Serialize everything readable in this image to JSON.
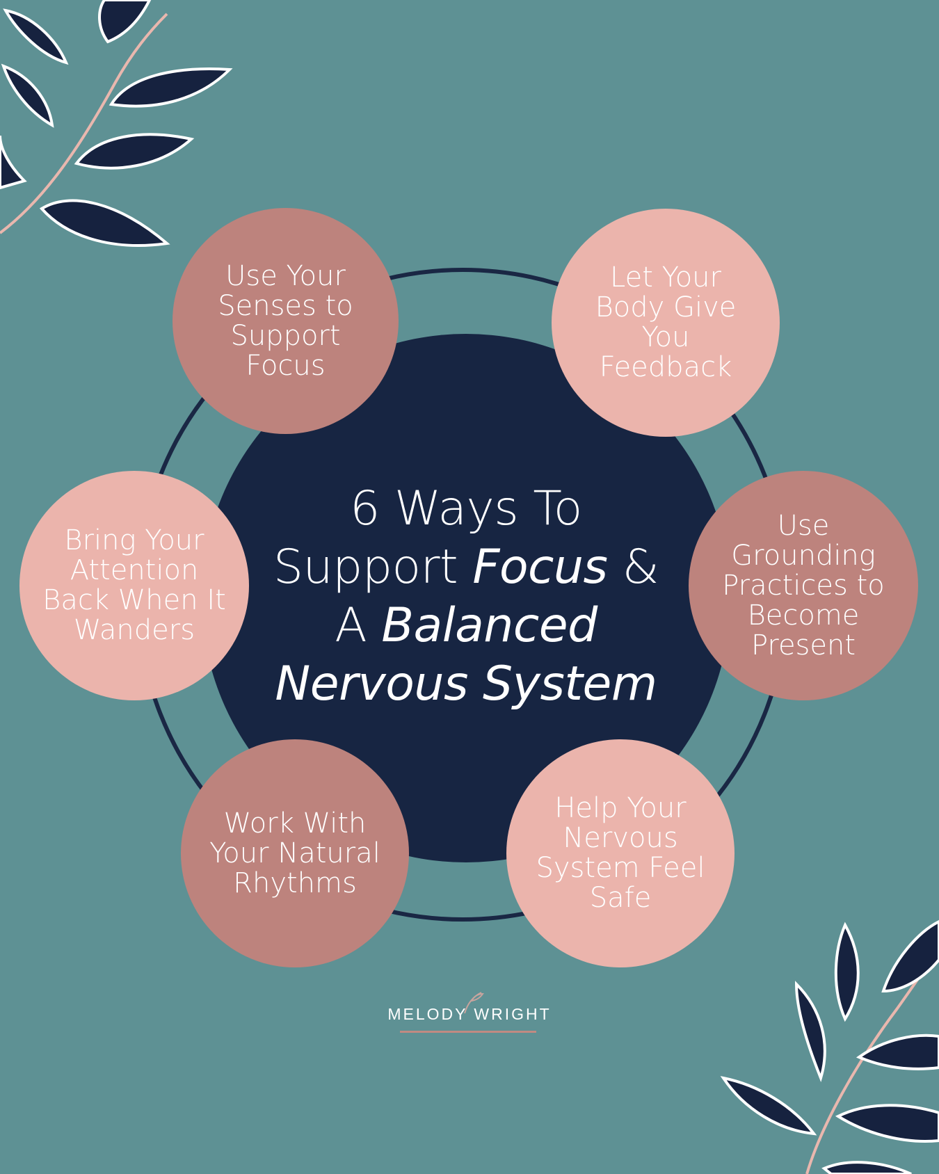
{
  "title": {
    "line1": "6 Ways To",
    "line2_pre": "Support ",
    "line2_em": "Focus",
    "line2_post": " &",
    "line3_pre": "A ",
    "line3_em": "Balanced",
    "line4_em": "Nervous System"
  },
  "ways": [
    {
      "text": "Use Your Senses to Support Focus"
    },
    {
      "text": "Let Your Body Give You Feedback"
    },
    {
      "text": "Bring Your Attention Back When It Wanders"
    },
    {
      "text": "Use Grounding Practices to Become Present"
    },
    {
      "text": "Work With Your Natural Rhythms"
    },
    {
      "text": "Help Your Nervous System Feel Safe"
    }
  ],
  "brand": {
    "name": "MELODY WRIGHT"
  },
  "colors": {
    "background": "#5e9194",
    "center": "#172542",
    "dusty_rose": "#bd837d",
    "blush": "#ebb4ac",
    "leaf": "#16223f"
  },
  "icons": [
    "leaf-branch-icon",
    "sprig-icon"
  ]
}
